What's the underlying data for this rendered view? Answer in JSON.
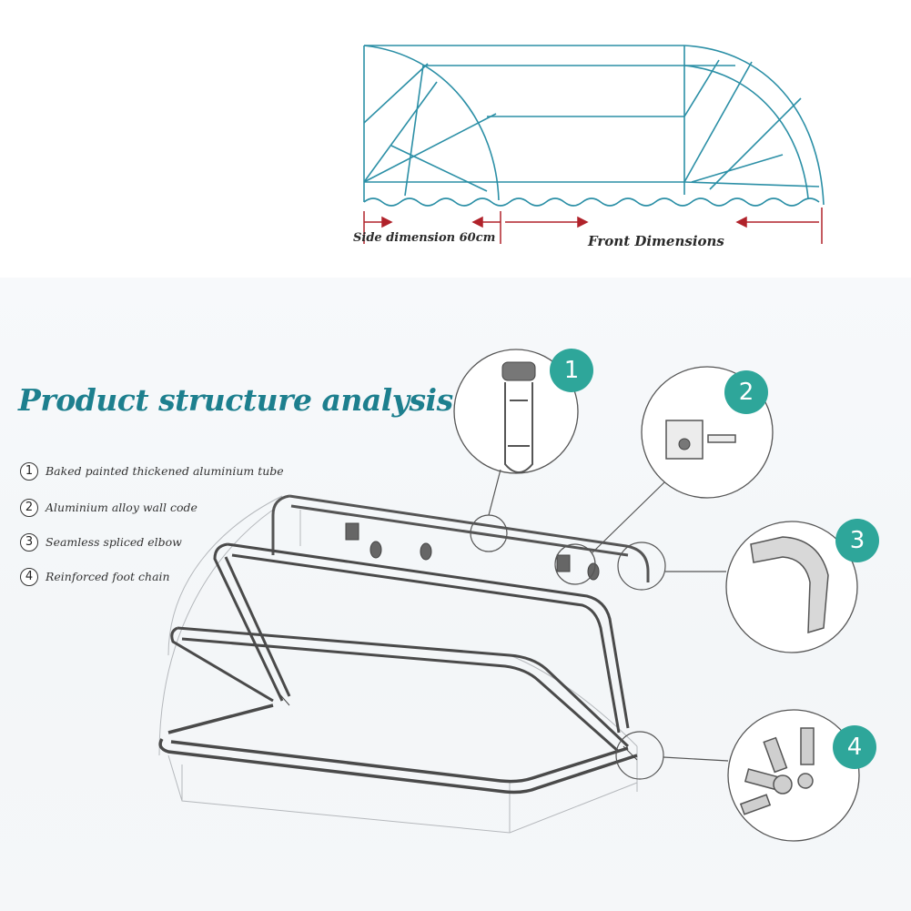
{
  "dimensions": {
    "side_label": "Side dimension 60cm",
    "front_label": "Front Dimensions"
  },
  "title": "Product structure analysis",
  "legend": [
    {
      "number": "1",
      "text": "Baked painted thickened aluminium tube"
    },
    {
      "number": "2",
      "text": "Aluminium alloy wall code"
    },
    {
      "number": "3",
      "text": "Seamless spliced elbow"
    },
    {
      "number": "4",
      "text": "Reinforced foot chain"
    }
  ],
  "badges": [
    "1",
    "2",
    "3",
    "4"
  ],
  "colors": {
    "line_teal": "#2b8fa6",
    "title_teal": "#1d7f8e",
    "badge_green": "#2ea69a",
    "arrow_red": "#b0222a",
    "frame_gray": "#555555"
  }
}
